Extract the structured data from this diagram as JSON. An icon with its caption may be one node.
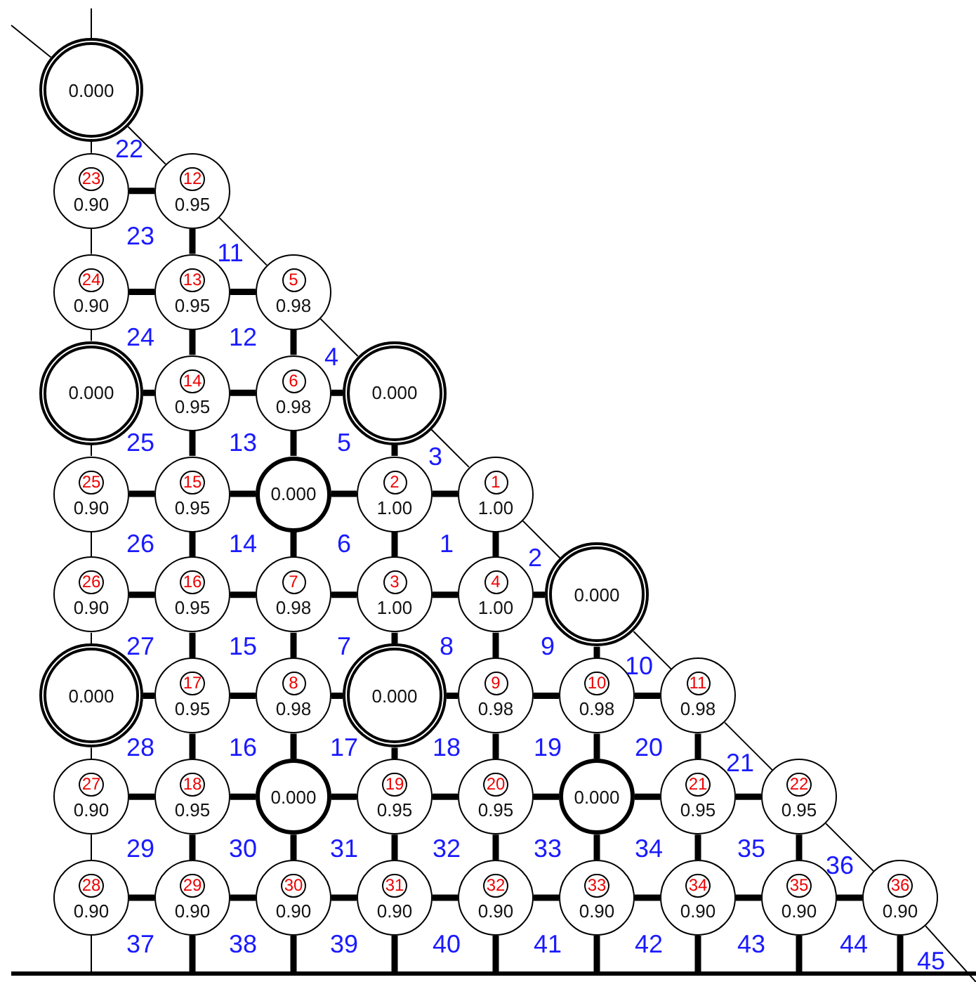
{
  "diagram": {
    "nodes": [
      {
        "text": [
          "0.000"
        ]
      },
      {
        "text": [
          "23",
          "0.90"
        ]
      },
      {
        "text": [
          "12",
          "0.95"
        ]
      },
      {
        "text": [
          "24",
          "0.90"
        ]
      },
      {
        "text": [
          "13",
          "0.95"
        ]
      },
      {
        "text": [
          "5",
          "0.98"
        ]
      },
      {
        "text": [
          "0.000"
        ]
      },
      {
        "text": [
          "14",
          "0.95"
        ]
      },
      {
        "text": [
          "6",
          "0.98"
        ]
      },
      {
        "text": [
          "0.000"
        ]
      },
      {
        "text": [
          "25",
          "0.90"
        ]
      },
      {
        "text": [
          "15",
          "0.95"
        ]
      },
      {
        "text": [
          "0.000"
        ]
      },
      {
        "text": [
          "2",
          "1.00"
        ]
      },
      {
        "text": [
          "1",
          "1.00"
        ]
      },
      {
        "text": [
          "26",
          "0.90"
        ]
      },
      {
        "text": [
          "16",
          "0.95"
        ]
      },
      {
        "text": [
          "7",
          "0.98"
        ]
      },
      {
        "text": [
          "3",
          "1.00"
        ]
      },
      {
        "text": [
          "4",
          "1.00"
        ]
      },
      {
        "text": [
          "0.000"
        ]
      },
      {
        "text": [
          "0.000"
        ]
      },
      {
        "text": [
          "17",
          "0.95"
        ]
      },
      {
        "text": [
          "8",
          "0.98"
        ]
      },
      {
        "text": [
          "0.000"
        ]
      },
      {
        "text": [
          "9",
          "0.98"
        ]
      },
      {
        "text": [
          "10",
          "0.98"
        ]
      },
      {
        "text": [
          "11",
          "0.98"
        ]
      },
      {
        "text": [
          "27",
          "0.90"
        ]
      },
      {
        "text": [
          "18",
          "0.95"
        ]
      },
      {
        "text": [
          "0.000"
        ]
      },
      {
        "text": [
          "19",
          "0.95"
        ]
      },
      {
        "text": [
          "20",
          "0.95"
        ]
      },
      {
        "text": [
          "0.000"
        ]
      },
      {
        "text": [
          "21",
          "0.95"
        ]
      },
      {
        "text": [
          "22",
          "0.95"
        ]
      },
      {
        "text": [
          "28",
          "0.90"
        ]
      },
      {
        "text": [
          "29",
          "0.90"
        ]
      },
      {
        "text": [
          "30",
          "0.90"
        ]
      },
      {
        "text": [
          "31",
          "0.90"
        ]
      },
      {
        "text": [
          "32",
          "0.90"
        ]
      },
      {
        "text": [
          "33",
          "0.90"
        ]
      },
      {
        "text": [
          "34",
          "0.90"
        ]
      },
      {
        "text": [
          "35",
          "0.90"
        ]
      },
      {
        "text": [
          "36",
          "0.90"
        ]
      }
    ],
    "edges": [
      {
        "from": 0,
        "to": null,
        "arrow": "none"
      },
      {
        "from": 0,
        "to": null,
        "arrow": "none"
      },
      {
        "from": 0,
        "to": 1,
        "arrow": "none"
      },
      {
        "from": 0,
        "to": 2,
        "arrow": "none"
      },
      {
        "from": 1,
        "to": 2,
        "arrow": "none"
      },
      {
        "from": 1,
        "to": 3,
        "arrow": "none"
      },
      {
        "from": 2,
        "to": 4,
        "arrow": "none"
      },
      {
        "from": 2,
        "to": 5,
        "arrow": "none"
      },
      {
        "from": 3,
        "to": 4,
        "arrow": "none"
      },
      {
        "from": 4,
        "to": 5,
        "arrow": "none"
      },
      {
        "from": 3,
        "to": 6,
        "arrow": "none"
      },
      {
        "from": 4,
        "to": 7,
        "arrow": "none"
      },
      {
        "from": 5,
        "to": 8,
        "arrow": "none"
      },
      {
        "from": 5,
        "to": 9,
        "arrow": "none"
      },
      {
        "from": 6,
        "to": 7,
        "arrow": "none"
      },
      {
        "from": 7,
        "to": 8,
        "arrow": "none"
      },
      {
        "from": 8,
        "to": 9,
        "arrow": "none"
      },
      {
        "from": 6,
        "to": 10,
        "arrow": "none"
      },
      {
        "from": 7,
        "to": 11,
        "arrow": "none"
      },
      {
        "from": 8,
        "to": 12,
        "arrow": "none"
      },
      {
        "from": 9,
        "to": 13,
        "arrow": "none"
      },
      {
        "from": 9,
        "to": 14,
        "arrow": "none"
      },
      {
        "from": 10,
        "to": 11,
        "arrow": "none"
      },
      {
        "from": 11,
        "to": 12,
        "arrow": "none"
      },
      {
        "from": 12,
        "to": 13,
        "arrow": "none"
      },
      {
        "from": 13,
        "to": 14,
        "arrow": "none"
      },
      {
        "from": 10,
        "to": 15,
        "arrow": "none"
      },
      {
        "from": 11,
        "to": 16,
        "arrow": "none"
      },
      {
        "from": 12,
        "to": 17,
        "arrow": "none"
      },
      {
        "from": 13,
        "to": 18,
        "arrow": "none"
      },
      {
        "from": 14,
        "to": 19,
        "arrow": "none"
      },
      {
        "from": 14,
        "to": 20,
        "arrow": "none"
      },
      {
        "from": 15,
        "to": 16,
        "arrow": "none"
      },
      {
        "from": 16,
        "to": 17,
        "arrow": "none"
      },
      {
        "from": 17,
        "to": 18,
        "arrow": "none"
      },
      {
        "from": 18,
        "to": 19,
        "arrow": "none"
      },
      {
        "from": 19,
        "to": 20,
        "arrow": "none"
      },
      {
        "from": 15,
        "to": 21,
        "arrow": "none"
      },
      {
        "from": 16,
        "to": 22,
        "arrow": "none"
      },
      {
        "from": 17,
        "to": 23,
        "arrow": "none"
      },
      {
        "from": 18,
        "to": 24,
        "arrow": "none"
      },
      {
        "from": 19,
        "to": 25,
        "arrow": "none"
      },
      {
        "from": 20,
        "to": 26,
        "arrow": "none"
      },
      {
        "from": 20,
        "to": 27,
        "arrow": "none"
      },
      {
        "from": 21,
        "to": 22,
        "arrow": "none"
      },
      {
        "from": 22,
        "to": 23,
        "arrow": "none"
      },
      {
        "from": 23,
        "to": 24,
        "arrow": "none"
      },
      {
        "from": 24,
        "to": 25,
        "arrow": "none"
      },
      {
        "from": 25,
        "to": 26,
        "arrow": "none"
      },
      {
        "from": 26,
        "to": 27,
        "arrow": "none"
      },
      {
        "from": 21,
        "to": 28,
        "arrow": "none"
      },
      {
        "from": 22,
        "to": 29,
        "arrow": "none"
      },
      {
        "from": 23,
        "to": 30,
        "arrow": "none"
      },
      {
        "from": 24,
        "to": 31,
        "arrow": "none"
      },
      {
        "from": 25,
        "to": 32,
        "arrow": "none"
      },
      {
        "from": 26,
        "to": 33,
        "arrow": "none"
      },
      {
        "from": 27,
        "to": 34,
        "arrow": "none"
      },
      {
        "from": 27,
        "to": 35,
        "arrow": "none"
      },
      {
        "from": 28,
        "to": 29,
        "arrow": "none"
      },
      {
        "from": 29,
        "to": 30,
        "arrow": "none"
      },
      {
        "from": 30,
        "to": 31,
        "arrow": "none"
      },
      {
        "from": 31,
        "to": 32,
        "arrow": "none"
      },
      {
        "from": 32,
        "to": 33,
        "arrow": "none"
      },
      {
        "from": 33,
        "to": 34,
        "arrow": "none"
      },
      {
        "from": 34,
        "to": 35,
        "arrow": "none"
      },
      {
        "from": 28,
        "to": 36,
        "arrow": "none"
      },
      {
        "from": 29,
        "to": 37,
        "arrow": "none"
      },
      {
        "from": 30,
        "to": 38,
        "arrow": "none"
      },
      {
        "from": 31,
        "to": 39,
        "arrow": "none"
      },
      {
        "from": 32,
        "to": 40,
        "arrow": "none"
      },
      {
        "from": 33,
        "to": 41,
        "arrow": "none"
      },
      {
        "from": 34,
        "to": 42,
        "arrow": "none"
      },
      {
        "from": 35,
        "to": 43,
        "arrow": "none"
      },
      {
        "from": 35,
        "to": 44,
        "arrow": "none"
      },
      {
        "from": 36,
        "to": 37,
        "arrow": "none"
      },
      {
        "from": 37,
        "to": 38,
        "arrow": "none"
      },
      {
        "from": 38,
        "to": 39,
        "arrow": "none"
      },
      {
        "from": 39,
        "to": 40,
        "arrow": "none"
      },
      {
        "from": 40,
        "to": 41,
        "arrow": "none"
      },
      {
        "from": 41,
        "to": 42,
        "arrow": "none"
      },
      {
        "from": 42,
        "to": 43,
        "arrow": "none"
      },
      {
        "from": 43,
        "to": 44,
        "arrow": "none"
      },
      {
        "from": 36,
        "to": null,
        "arrow": "none"
      },
      {
        "from": 37,
        "to": null,
        "arrow": "none"
      },
      {
        "from": 38,
        "to": null,
        "arrow": "none"
      },
      {
        "from": 39,
        "to": null,
        "arrow": "none"
      },
      {
        "from": 40,
        "to": null,
        "arrow": "none"
      },
      {
        "from": 41,
        "to": null,
        "arrow": "none"
      },
      {
        "from": 42,
        "to": null,
        "arrow": "none"
      },
      {
        "from": 43,
        "to": null,
        "arrow": "none"
      },
      {
        "from": 44,
        "to": null,
        "arrow": "none"
      },
      {
        "from": 44,
        "to": null,
        "arrow": "none"
      }
    ],
    "labels": [
      "22",
      "23",
      "11",
      "24",
      "12",
      "4",
      "25",
      "13",
      "5",
      "3",
      "26",
      "14",
      "6",
      "1",
      "2",
      "27",
      "15",
      "7",
      "8",
      "9",
      "10",
      "28",
      "16",
      "17",
      "18",
      "19",
      "20",
      "21",
      "29",
      "30",
      "31",
      "32",
      "33",
      "34",
      "35",
      "36",
      "37",
      "38",
      "39",
      "40",
      "41",
      "42",
      "43",
      "44",
      "45"
    ]
  }
}
